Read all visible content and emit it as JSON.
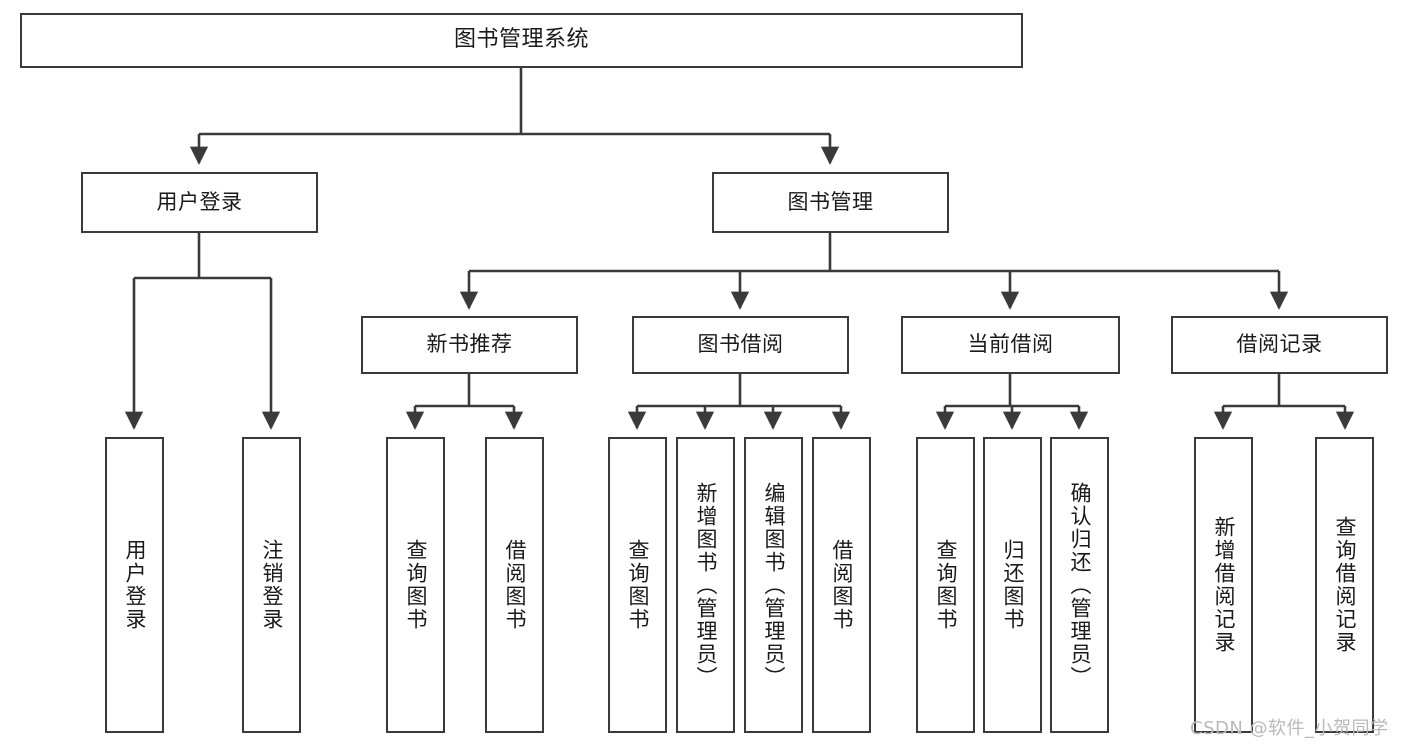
{
  "diagram": {
    "title": "图书管理系统",
    "type": "tree-hierarchy-functional-structure",
    "watermark": "CSDN @软件_小贺同学",
    "colors": {
      "box_border": "#3a3a3a",
      "box_fill": "#ffffff",
      "edge": "#3a3a3a",
      "text": "#1a1a1a",
      "watermark": "#b9b9b9",
      "background": "#ffffff"
    },
    "nodes": {
      "root": {
        "label": "图书管理系统"
      },
      "level2": [
        {
          "id": "user-login",
          "label": "用户登录"
        },
        {
          "id": "book-manage",
          "label": "图书管理"
        }
      ],
      "level3": [
        {
          "id": "new-book-recommend",
          "label": "新书推荐"
        },
        {
          "id": "book-borrow",
          "label": "图书借阅"
        },
        {
          "id": "current-borrow",
          "label": "当前借阅"
        },
        {
          "id": "borrow-record",
          "label": "借阅记录"
        }
      ],
      "leaves": {
        "user_login": [
          {
            "id": "leaf-user-login",
            "label": "用户登录"
          },
          {
            "id": "leaf-logout-login",
            "label": "注销登录"
          }
        ],
        "new_book_recommend": [
          {
            "id": "leaf-query-book-1",
            "label": "查询图书"
          },
          {
            "id": "leaf-borrow-book-1",
            "label": "借阅图书"
          }
        ],
        "book_borrow": [
          {
            "id": "leaf-query-book-2",
            "label": "查询图书"
          },
          {
            "id": "leaf-add-book",
            "label": "新增图书（管理员）"
          },
          {
            "id": "leaf-edit-book",
            "label": "编辑图书（管理员）"
          },
          {
            "id": "leaf-borrow-book-2",
            "label": "借阅图书"
          }
        ],
        "current_borrow": [
          {
            "id": "leaf-query-book-3",
            "label": "查询图书"
          },
          {
            "id": "leaf-return-book",
            "label": "归还图书"
          },
          {
            "id": "leaf-confirm-return",
            "label": "确认归还（管理员）"
          }
        ],
        "borrow_record": [
          {
            "id": "leaf-add-borrow-record",
            "label": "新增借阅记录"
          },
          {
            "id": "leaf-query-borrow-record",
            "label": "查询借阅记录"
          }
        ]
      }
    }
  }
}
